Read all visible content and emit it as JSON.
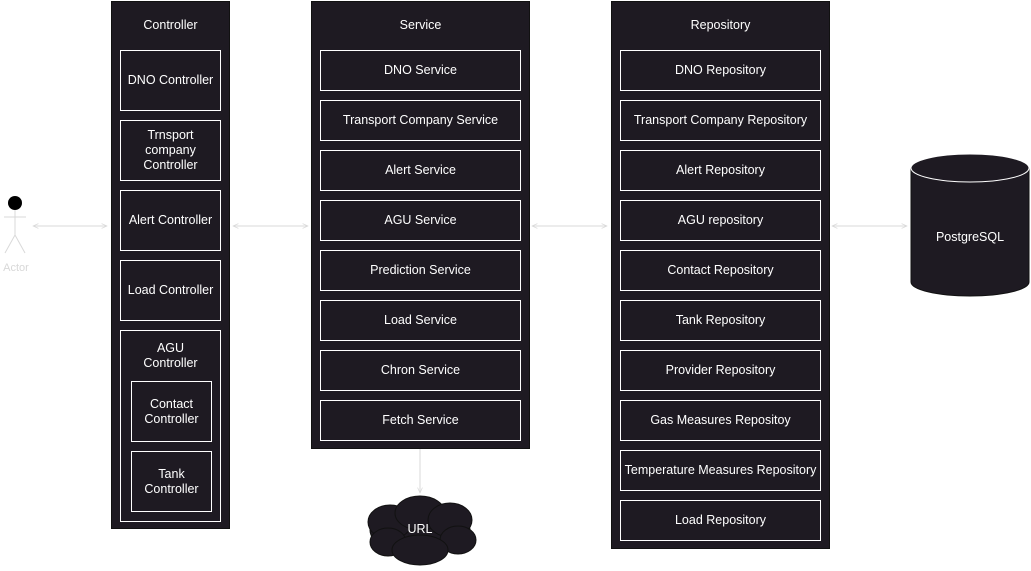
{
  "actor": {
    "label": "Actor"
  },
  "controller": {
    "title": "Controller",
    "items": [
      "DNO Controller",
      "Trnsport company Controller",
      "Alert Controller",
      "Load Controller"
    ],
    "agu": {
      "label": "AGU Controller",
      "children": [
        "Contact Controller",
        "Tank Controller"
      ]
    }
  },
  "service": {
    "title": "Service",
    "items": [
      "DNO Service",
      "Transport Company Service",
      "Alert Service",
      "AGU Service",
      "Prediction Service",
      "Load Service",
      "Chron Service",
      "Fetch Service"
    ]
  },
  "repository": {
    "title": "Repository",
    "items": [
      "DNO Repository",
      "Transport Company Repository",
      "Alert Repository",
      "AGU repository",
      "Contact Repository",
      "Tank Repository",
      "Provider Repository",
      "Gas Measures Repositoy",
      "Temperature Measures Repository",
      "Load Repository"
    ]
  },
  "database": {
    "label": "PostgreSQL"
  },
  "cloud": {
    "label": "URL"
  },
  "colors": {
    "panel": "#1e1a22",
    "border": "#ffffff",
    "arrow": "#d9d9d9",
    "text": "#ffffff"
  }
}
